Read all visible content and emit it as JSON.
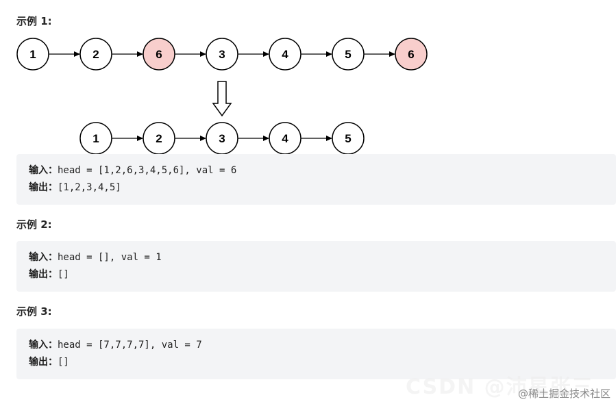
{
  "examples": [
    {
      "heading": "示例 1:",
      "input_label": "输入：",
      "input_text": "head = [1,2,6,3,4,5,6], val = 6",
      "output_label": "输出：",
      "output_text": "[1,2,3,4,5]"
    },
    {
      "heading": "示例 2:",
      "input_label": "输入：",
      "input_text": "head = [], val = 1",
      "output_label": "输出：",
      "output_text": "[]"
    },
    {
      "heading": "示例 3:",
      "input_label": "输入：",
      "input_text": "head = [7,7,7,7], val = 7",
      "output_label": "输出：",
      "output_text": "[]"
    }
  ],
  "diagram": {
    "top_list": [
      {
        "value": "1",
        "removed": false
      },
      {
        "value": "2",
        "removed": false
      },
      {
        "value": "6",
        "removed": true
      },
      {
        "value": "3",
        "removed": false
      },
      {
        "value": "4",
        "removed": false
      },
      {
        "value": "5",
        "removed": false
      },
      {
        "value": "6",
        "removed": true
      }
    ],
    "bottom_list": [
      "1",
      "2",
      "3",
      "4",
      "5"
    ],
    "colors": {
      "removed_fill": "#f8cecc",
      "normal_fill": "#ffffff",
      "stroke": "#000000"
    }
  },
  "watermark": {
    "text": "@稀土掘金技术社区",
    "faint_text": "CSDN @沛星张三"
  }
}
